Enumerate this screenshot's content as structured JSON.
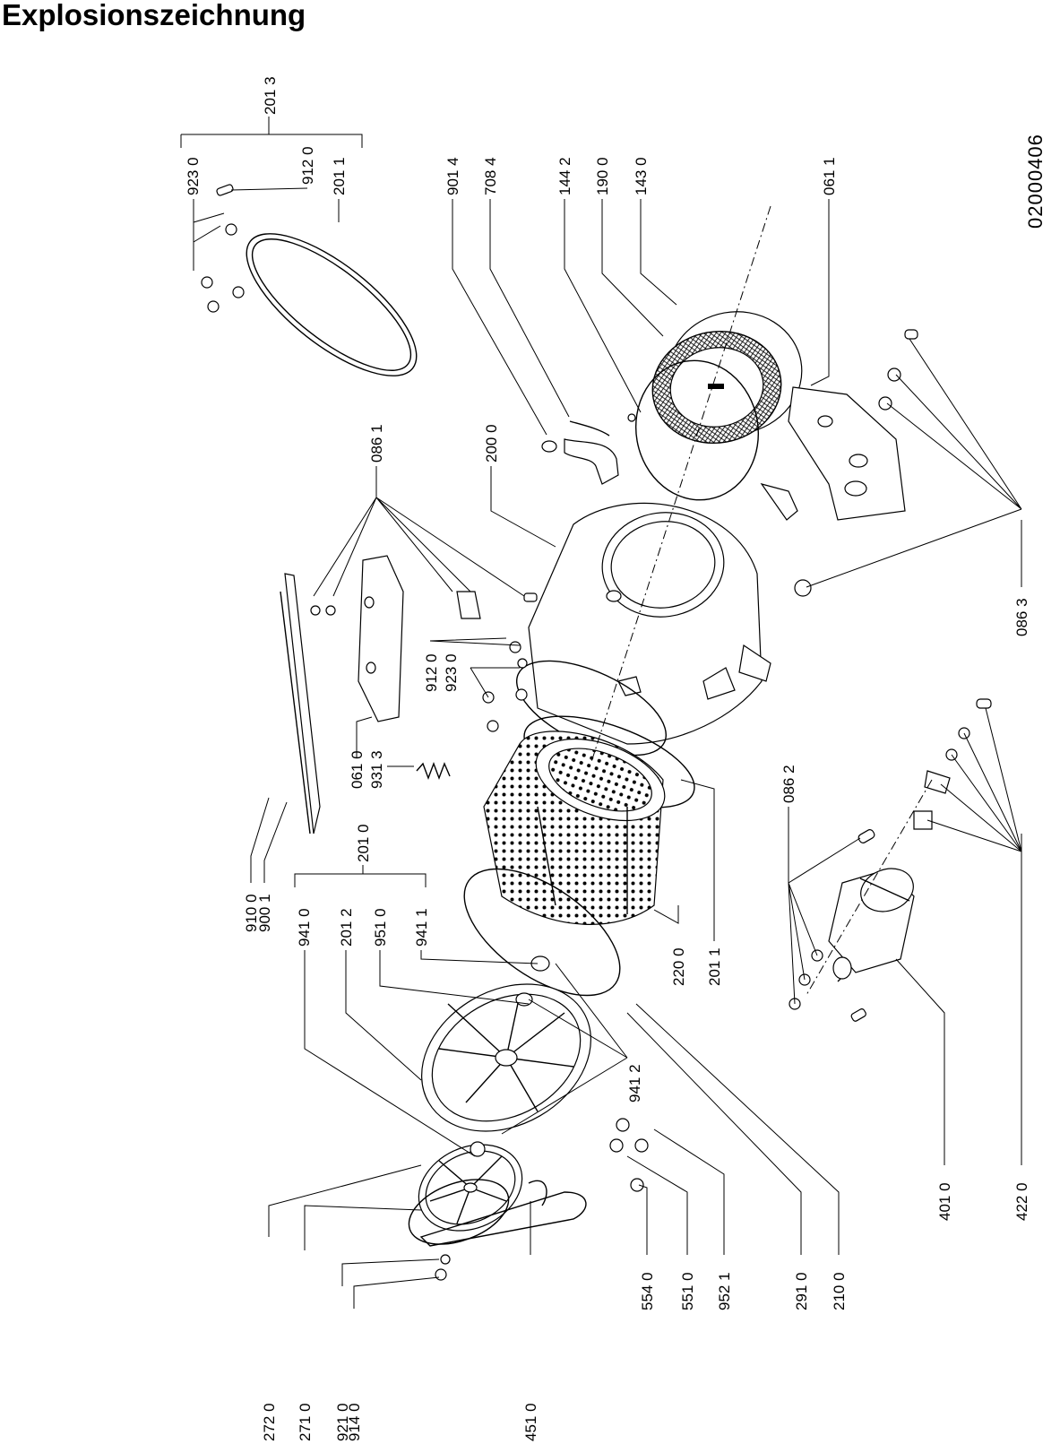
{
  "title": "Explosionszeichnung",
  "document_number": "02000406",
  "labels": [
    "201 3",
    "923 0",
    "912 0",
    "201 1",
    "901 4",
    "708 4",
    "144 2",
    "190 0",
    "143 0",
    "061 1",
    "086 1",
    "200 0",
    "912 0",
    "923 0",
    "061 0",
    "931 3",
    "086 3",
    "086 2",
    "910 0",
    "900 1",
    "201 0",
    "941 0",
    "201 2",
    "951 0",
    "941 1",
    "220 0",
    "201 1",
    "941 2",
    "272 0",
    "271 0",
    "921 0",
    "914 0",
    "451 0",
    "554 0",
    "551 0",
    "952 1",
    "291 0",
    "210 0",
    "401 0",
    "422 0"
  ]
}
